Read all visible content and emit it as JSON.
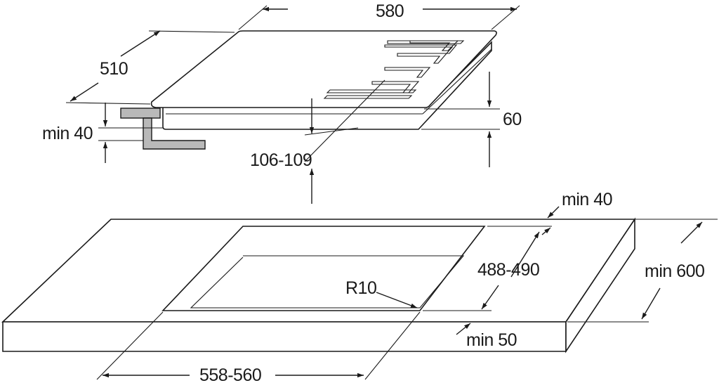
{
  "drawing": {
    "hob": {
      "width_label": "580",
      "depth_label": "510",
      "height_label": "60",
      "below_depth_label": "106-109",
      "clearance_label": "min 40"
    },
    "cutout": {
      "back_margin_label": "min 40",
      "depth_label": "488-490",
      "worktop_depth_label": "min 600",
      "radius_label": "R10",
      "front_margin_label": "min 50",
      "width_label": "558-560"
    },
    "colors": {
      "line": "#1a1a1a",
      "bracket": "#b9b9b9",
      "background": "#ffffff"
    }
  }
}
